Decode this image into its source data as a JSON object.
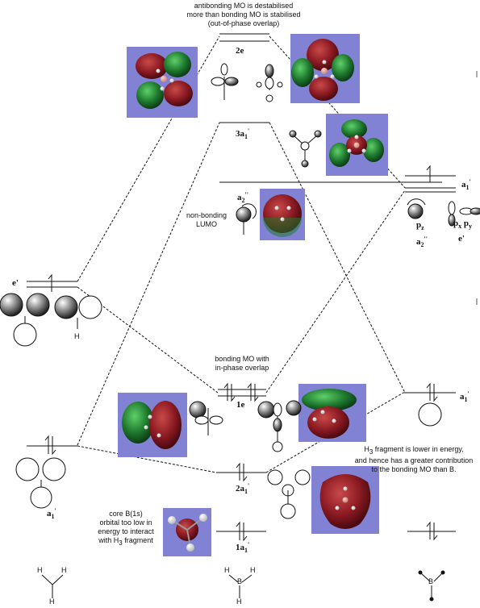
{
  "annotations": {
    "antibonding_line1": "antibonding MO is destabilised",
    "antibonding_line2": "more than bonding MO is stabilised",
    "antibonding_line3": "(out-of-phase overlap)",
    "bonding_line1": "bonding MO with",
    "bonding_line2": "in-phase overlap",
    "nonbonding_line1": "non-bonding",
    "nonbonding_line2": "LUMO",
    "h3_line1_a": "H",
    "h3_line1_sub": "3",
    "h3_line1_b": " fragment is lower in energy,",
    "h3_line2": "and hence has a greater contribution",
    "h3_line3": "to the bonding MO than B.",
    "core_line1": "core B(1s)",
    "core_line2": "orbital too low in",
    "core_line3": "energy to interact",
    "core_line4_a": "with H",
    "core_line4_sub": "3",
    "core_line4_b": " fragment"
  },
  "mo_labels": {
    "e2": "2e",
    "a1_3": "3a",
    "a1_3_sub": "1",
    "a1_3_sup": "'",
    "a2pp": "a",
    "a2pp_sub": "2",
    "a2pp_sup": "''",
    "e1": "1e",
    "a1_2": "2a",
    "a1_2_sub": "1",
    "a1_2_sup": "'",
    "a1_1": "1a",
    "a1_1_sub": "1",
    "a1_1_sup": "'"
  },
  "boron_labels": {
    "a1": "a",
    "a1_sub": "1",
    "a1_sup": "'",
    "pz": "p",
    "pz_sub": "z",
    "px": "p",
    "px_sub": "x",
    "py": "p",
    "py_sub": "y",
    "a2": "a",
    "a2_sub": "2",
    "a2_sup": "''",
    "e": "e'",
    "a1_low": "a",
    "a1_low_sub": "1",
    "a1_low_sup": "'"
  },
  "h3_labels": {
    "e": "e'",
    "a1": "a",
    "a1_sub": "1",
    "a1_sup": "'",
    "h": "H"
  },
  "structure_labels": {
    "h": "H",
    "b": "B"
  },
  "colors": {
    "box": "#8282d4",
    "orbital_red": "#8c1a22",
    "orbital_green": "#1f7a2e",
    "ink": "#111111"
  }
}
